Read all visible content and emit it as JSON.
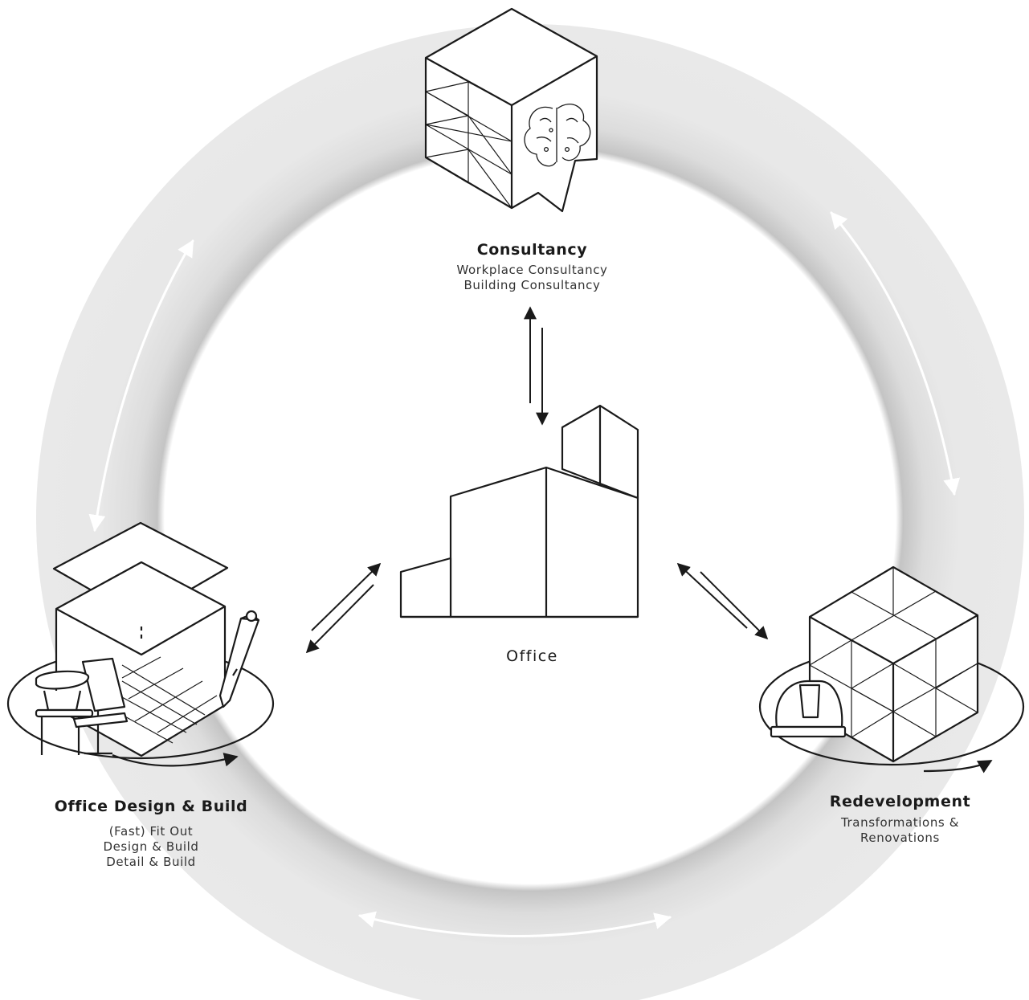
{
  "center": {
    "label": "Office"
  },
  "services": [
    {
      "id": "consultancy",
      "title": "Consultancy",
      "lines": [
        "Workplace Consultancy",
        "Building Consultancy"
      ],
      "icon": "cube-brain-speech-icon"
    },
    {
      "id": "design-build",
      "title": "Office Design & Build",
      "lines": [
        "(Fast) Fit Out",
        "Design & Build",
        "Detail & Build"
      ],
      "icon": "office-interior-pencil-icon"
    },
    {
      "id": "redevelopment",
      "title": "Redevelopment",
      "lines": [
        "Transformations &",
        "Renovations"
      ],
      "icon": "cube-hard-hat-icon"
    }
  ],
  "colors": {
    "ring": "#e8e8e8",
    "ring_shadow": "#c9c9c9",
    "ink": "#1a1a1a",
    "ring_arrow": "#ffffff"
  }
}
